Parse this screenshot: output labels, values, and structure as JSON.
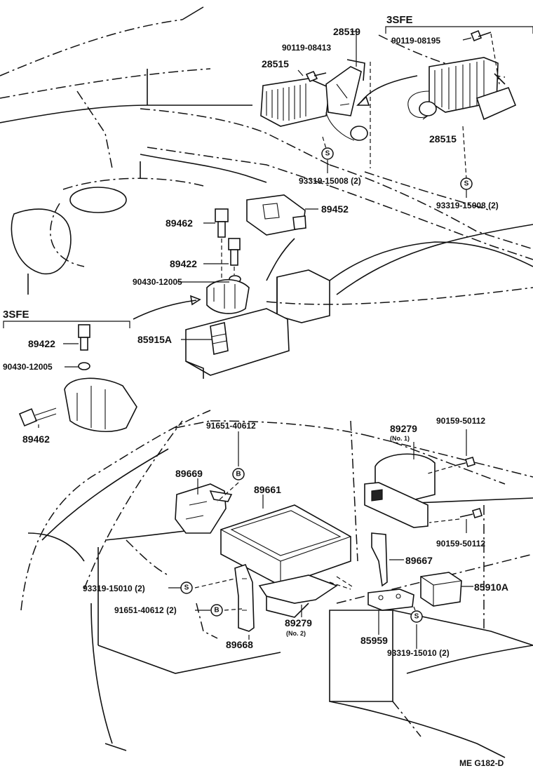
{
  "variant_labels": {
    "top_right": "3SFE",
    "left": "3SFE"
  },
  "parts": {
    "p28519": "28519",
    "p90119_08413": "90119-08413",
    "p28515_a": "28515",
    "p28515_b": "28515",
    "p90119_08195": "90119-08195",
    "p93319_15008_a": "93319-15008 (2)",
    "p93319_15008_b": "93319-15008 (2)",
    "p89462_a": "89462",
    "p89452": "89452",
    "p89422_a": "89422",
    "p90430_12005_a": "90430-12005",
    "p89422_b": "89422",
    "p90430_12005_b": "90430-12005",
    "p85915A": "85915A",
    "p89462_b": "89462",
    "p91651_40612_a": "91651-40612",
    "p89279_1": "89279",
    "p89279_1_note": "(No. 1)",
    "p90159_50112_a": "90159-50112",
    "p89669": "89669",
    "p89661": "89661",
    "p90159_50112_b": "90159-50112",
    "p89667": "89667",
    "p93319_15010_a": "93319-15010 (2)",
    "p85910A": "85910A",
    "p91651_40612_b": "91651-40612 (2)",
    "p89279_2": "89279",
    "p89279_2_note": "(No. 2)",
    "p85959": "85959",
    "p89668": "89668",
    "p93319_15010_b": "93319-15010 (2)"
  },
  "symbols": {
    "s": "S",
    "b": "B"
  },
  "footer_code": "ME  G182-D"
}
